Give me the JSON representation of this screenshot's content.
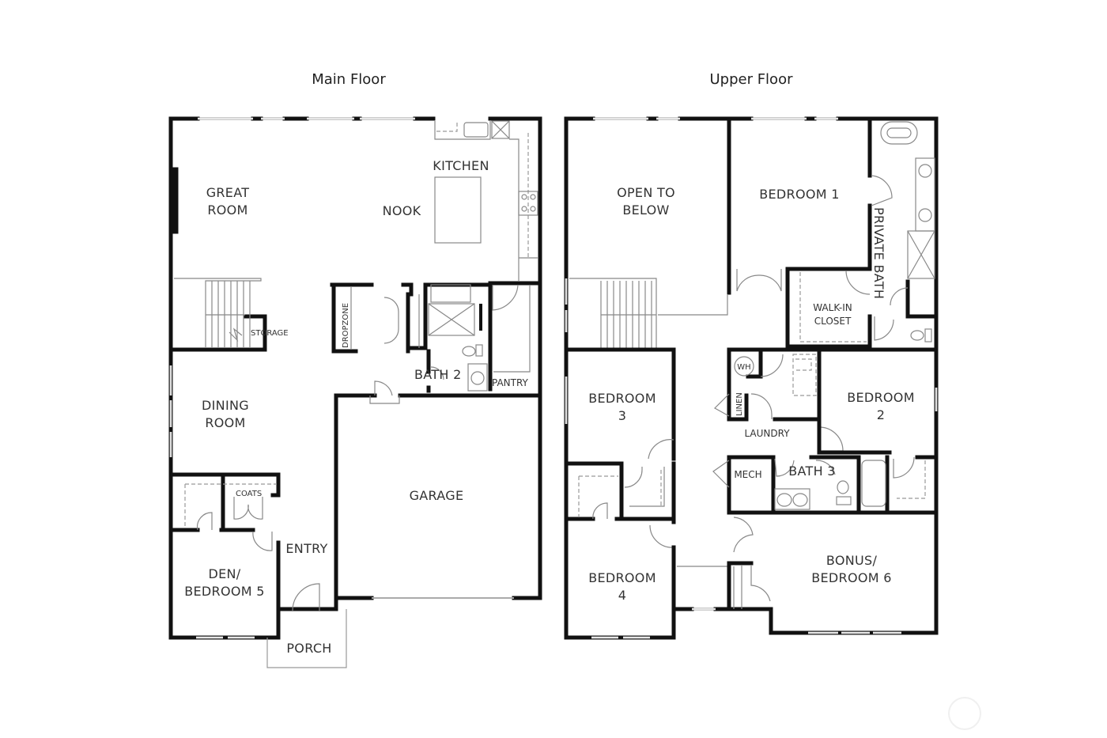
{
  "main_floor": {
    "title": "Main Floor",
    "rooms": {
      "great_room_1": "GREAT",
      "great_room_2": "ROOM",
      "kitchen": "KITCHEN",
      "nook": "NOOK",
      "storage": "STORAGE",
      "dropzone": "DROPZONE",
      "bath2": "BATH 2",
      "pantry": "PANTRY",
      "dining_1": "DINING",
      "dining_2": "ROOM",
      "garage": "GARAGE",
      "coats": "COATS",
      "entry": "ENTRY",
      "den_1": "DEN/",
      "den_2": "BEDROOM 5",
      "porch": "PORCH"
    }
  },
  "upper_floor": {
    "title": "Upper Floor",
    "rooms": {
      "open_1": "OPEN TO",
      "open_2": "BELOW",
      "bedroom1": "BEDROOM 1",
      "private_bath": "PRIVATE BATH",
      "walkin_1": "WALK-IN",
      "walkin_2": "CLOSET",
      "wh": "WH",
      "linen": "LINEN",
      "laundry": "LAUNDRY",
      "bedroom2_1": "BEDROOM",
      "bedroom2_2": "2",
      "bedroom3_1": "BEDROOM",
      "bedroom3_2": "3",
      "mech": "MECH",
      "bath3": "BATH 3",
      "bedroom4_1": "BEDROOM",
      "bedroom4_2": "4",
      "bonus_1": "BONUS/",
      "bonus_2": "BEDROOM 6"
    }
  },
  "colors": {
    "wall": "#111111",
    "fixture": "#888888",
    "text": "#333333"
  }
}
